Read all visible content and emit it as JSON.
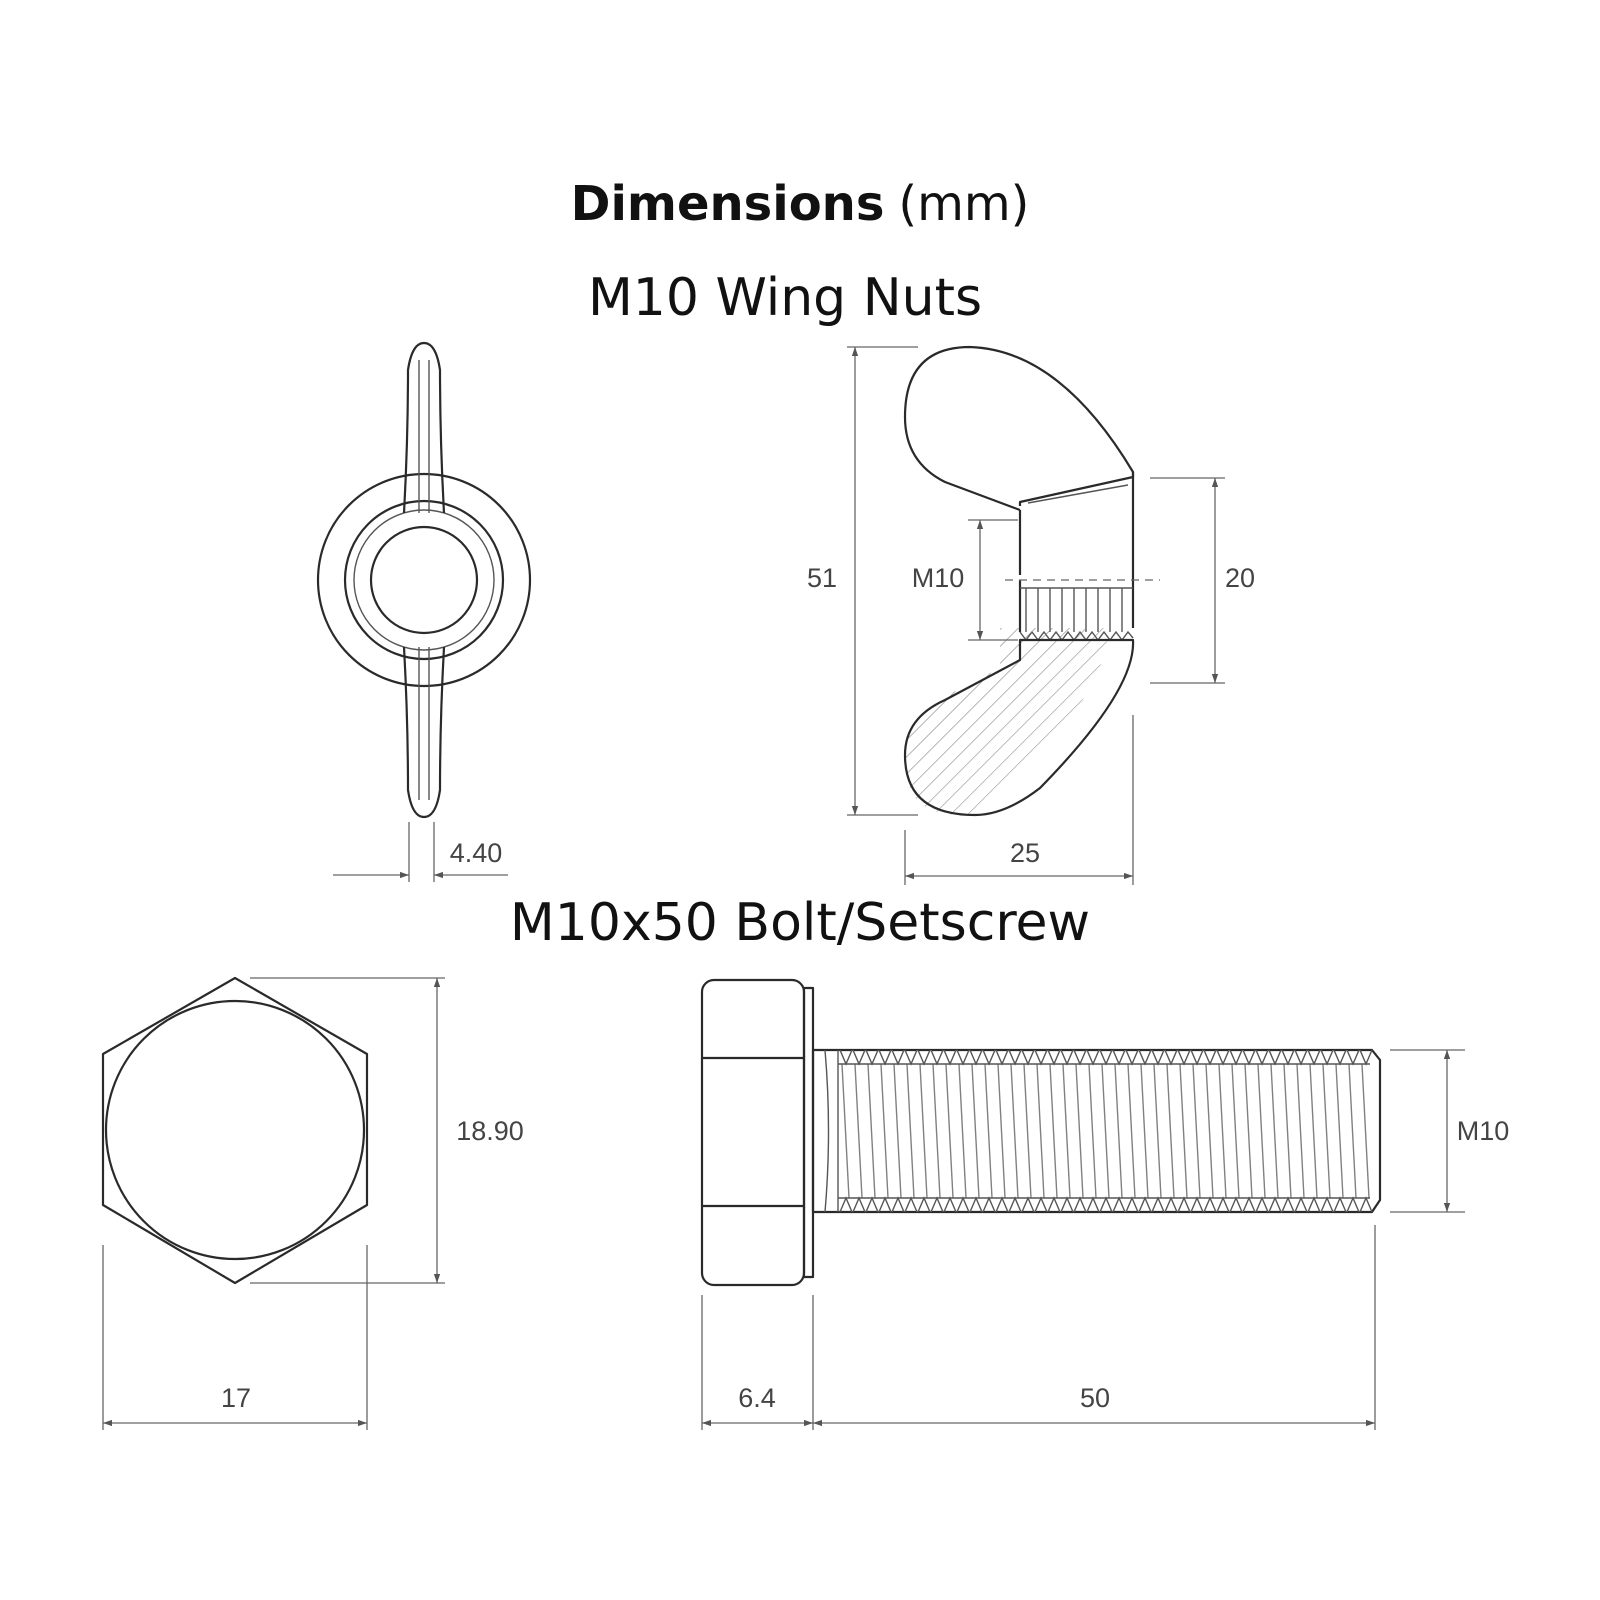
{
  "header": {
    "title_bold": "Dimensions",
    "title_unit": "(mm)"
  },
  "wing_nut": {
    "section_title": "M10 Wing Nuts",
    "dims": {
      "wing_thickness": "4.40",
      "overall_height": "51",
      "thread": "M10",
      "body_height": "20",
      "width": "25"
    }
  },
  "bolt": {
    "section_title": "M10x50 Bolt/Setscrew",
    "dims": {
      "across_corners": "18.90",
      "across_flats": "17",
      "head_height": "6.4",
      "length": "50",
      "thread": "M10"
    }
  },
  "colors": {
    "line": "#2a2a2a",
    "dimension_text": "#444444",
    "title_text": "#111111",
    "background": "#ffffff"
  }
}
